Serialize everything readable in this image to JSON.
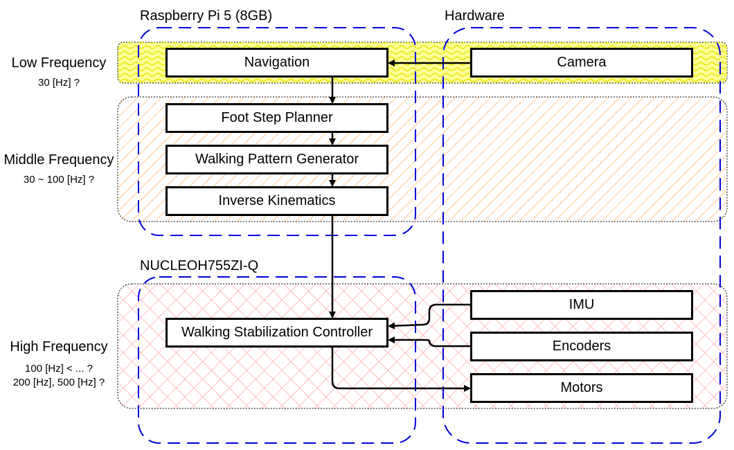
{
  "groups": {
    "raspberry_pi": "Raspberry Pi 5 (8GB)",
    "hardware": "Hardware",
    "nucleo": "NUCLEOH755ZI-Q"
  },
  "bands": {
    "low": {
      "label": "Low Frequency",
      "rate": "30 [Hz] ?",
      "color": "#ffff00"
    },
    "middle": {
      "label": "Middle Frequency",
      "rate": "30 ~ 100 [Hz] ?",
      "color": "#ff9933"
    },
    "high": {
      "label": "High Frequency",
      "rate_line1": "100 [Hz] < ... ?",
      "rate_line2": "200 [Hz], 500 [Hz] ?",
      "color": "#ff9999"
    }
  },
  "blocks": {
    "navigation": "Navigation",
    "camera": "Camera",
    "foot_step_planner": "Foot Step Planner",
    "walking_pattern_generator": "Walking Pattern Generator",
    "inverse_kinematics": "Inverse Kinematics",
    "walking_stabilization_controller": "Walking Stabilization Controller",
    "imu": "IMU",
    "encoders": "Encoders",
    "motors": "Motors"
  },
  "colors": {
    "group_border": "#0000dd",
    "arrow": "#000000"
  }
}
